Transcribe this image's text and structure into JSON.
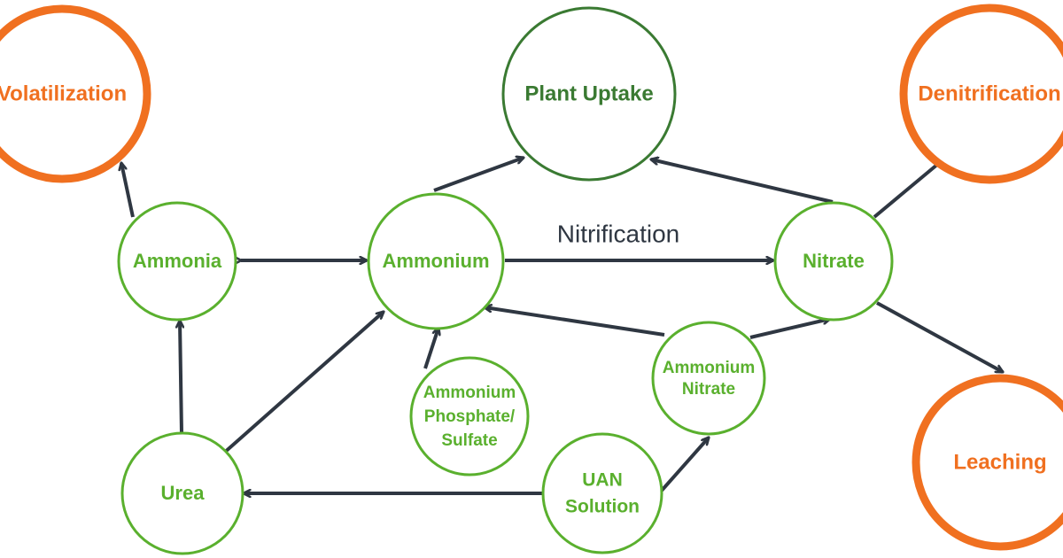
{
  "diagram": {
    "nodes": {
      "volatilization": {
        "lines": [
          "Volatilization"
        ],
        "kind": "loss"
      },
      "plant_uptake": {
        "lines": [
          "Plant Uptake"
        ],
        "kind": "uptake"
      },
      "denitrification": {
        "lines": [
          "Denitrification"
        ],
        "kind": "loss"
      },
      "ammonia": {
        "lines": [
          "Ammonia"
        ],
        "kind": "form"
      },
      "ammonium": {
        "lines": [
          "Ammonium"
        ],
        "kind": "form"
      },
      "nitrate": {
        "lines": [
          "Nitrate"
        ],
        "kind": "form"
      },
      "ammonium_nitrate": {
        "lines": [
          "Ammonium",
          "Nitrate"
        ],
        "kind": "form"
      },
      "ammonium_phosphate_sulfate": {
        "lines": [
          "Ammonium",
          "Phosphate/",
          "Sulfate"
        ],
        "kind": "form"
      },
      "urea": {
        "lines": [
          "Urea"
        ],
        "kind": "form"
      },
      "uan_solution": {
        "lines": [
          "UAN",
          "Solution"
        ],
        "kind": "form"
      },
      "leaching": {
        "lines": [
          "Leaching"
        ],
        "kind": "loss"
      }
    },
    "edge_labels": {
      "nitrification": "Nitrification"
    },
    "colors": {
      "loss": "#f07020",
      "uptake": "#3a7a32",
      "form": "#5ab02e",
      "edge": "#2f3742",
      "edge_label": "#2f3742",
      "background": "#ffffff"
    }
  }
}
